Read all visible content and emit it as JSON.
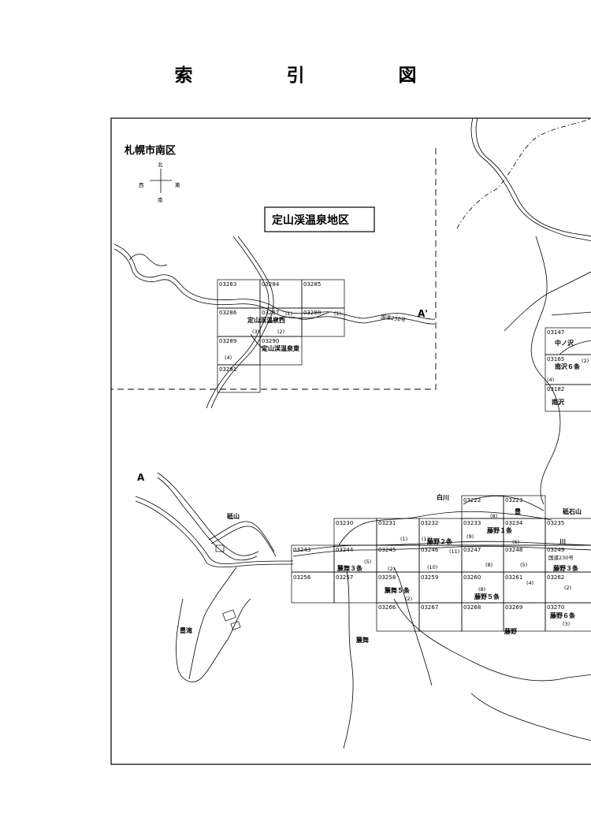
{
  "page_title": "索　引　図",
  "district": "札幌市南区",
  "compass": {
    "north": "北",
    "south": "南",
    "east": "東",
    "west": "西"
  },
  "inset": {
    "title": "定山渓温泉地区",
    "marker": "A'",
    "cells": [
      {
        "id": "03283"
      },
      {
        "id": "03284"
      },
      {
        "id": "03285"
      },
      {
        "id": "03286"
      },
      {
        "id": "03287"
      },
      {
        "id": "03288"
      },
      {
        "id": "03289"
      },
      {
        "id": "03290"
      },
      {
        "id": "03291"
      }
    ],
    "areas": [
      {
        "name": "定山渓温泉西"
      },
      {
        "name": "定山渓温泉東"
      }
    ],
    "marks": [
      "(1)",
      "(3)",
      "(2)",
      "(1)",
      "(4)"
    ],
    "road": "国道230号"
  },
  "main": {
    "marker": "A",
    "places": [
      {
        "name": "白川"
      },
      {
        "name": "砥石山"
      },
      {
        "name": "砥山"
      },
      {
        "name": "豊滝"
      },
      {
        "name": "藤野"
      },
      {
        "name": "簾舞"
      },
      {
        "name": "豊"
      },
      {
        "name": "川"
      }
    ],
    "right_cells": [
      {
        "id": "03147",
        "area": "中ノ沢"
      },
      {
        "id": "03165",
        "area": "南沢６条",
        "mark": "(2)",
        "mark2": "(4)"
      },
      {
        "id": "03182",
        "area": "南沢"
      }
    ],
    "cells": [
      {
        "id": "03222"
      },
      {
        "id": "03223"
      },
      {
        "id": "03230"
      },
      {
        "id": "03231"
      },
      {
        "id": "03232"
      },
      {
        "id": "03233"
      },
      {
        "id": "03234"
      },
      {
        "id": "03235"
      },
      {
        "id": "03243"
      },
      {
        "id": "03244"
      },
      {
        "id": "03245"
      },
      {
        "id": "03246"
      },
      {
        "id": "03247"
      },
      {
        "id": "03248"
      },
      {
        "id": "03249"
      },
      {
        "id": "03256"
      },
      {
        "id": "03257"
      },
      {
        "id": "03258"
      },
      {
        "id": "03259"
      },
      {
        "id": "03260"
      },
      {
        "id": "03261"
      },
      {
        "id": "03262"
      },
      {
        "id": "03266"
      },
      {
        "id": "03267"
      },
      {
        "id": "03268"
      },
      {
        "id": "03269"
      },
      {
        "id": "03270"
      }
    ],
    "areas": [
      {
        "name": "藤野２条"
      },
      {
        "name": "藤野１条"
      },
      {
        "name": "簾舞３条"
      },
      {
        "name": "簾舞５条"
      },
      {
        "name": "藤野５条"
      },
      {
        "name": "藤野３条"
      },
      {
        "name": "藤野６条"
      }
    ],
    "road": "国道230号",
    "marks": [
      {
        "t": "(8)"
      },
      {
        "t": "(1)"
      },
      {
        "t": "(12)"
      },
      {
        "t": "(9)"
      },
      {
        "t": "(6)"
      },
      {
        "t": "(5)"
      },
      {
        "t": "(2)"
      },
      {
        "t": "(10)"
      },
      {
        "t": "(11)"
      },
      {
        "t": "(8)"
      },
      {
        "t": "(5)"
      },
      {
        "t": "(2)"
      },
      {
        "t": "(8)"
      },
      {
        "t": "(4)"
      },
      {
        "t": "(2)"
      },
      {
        "t": "(3)"
      }
    ]
  }
}
